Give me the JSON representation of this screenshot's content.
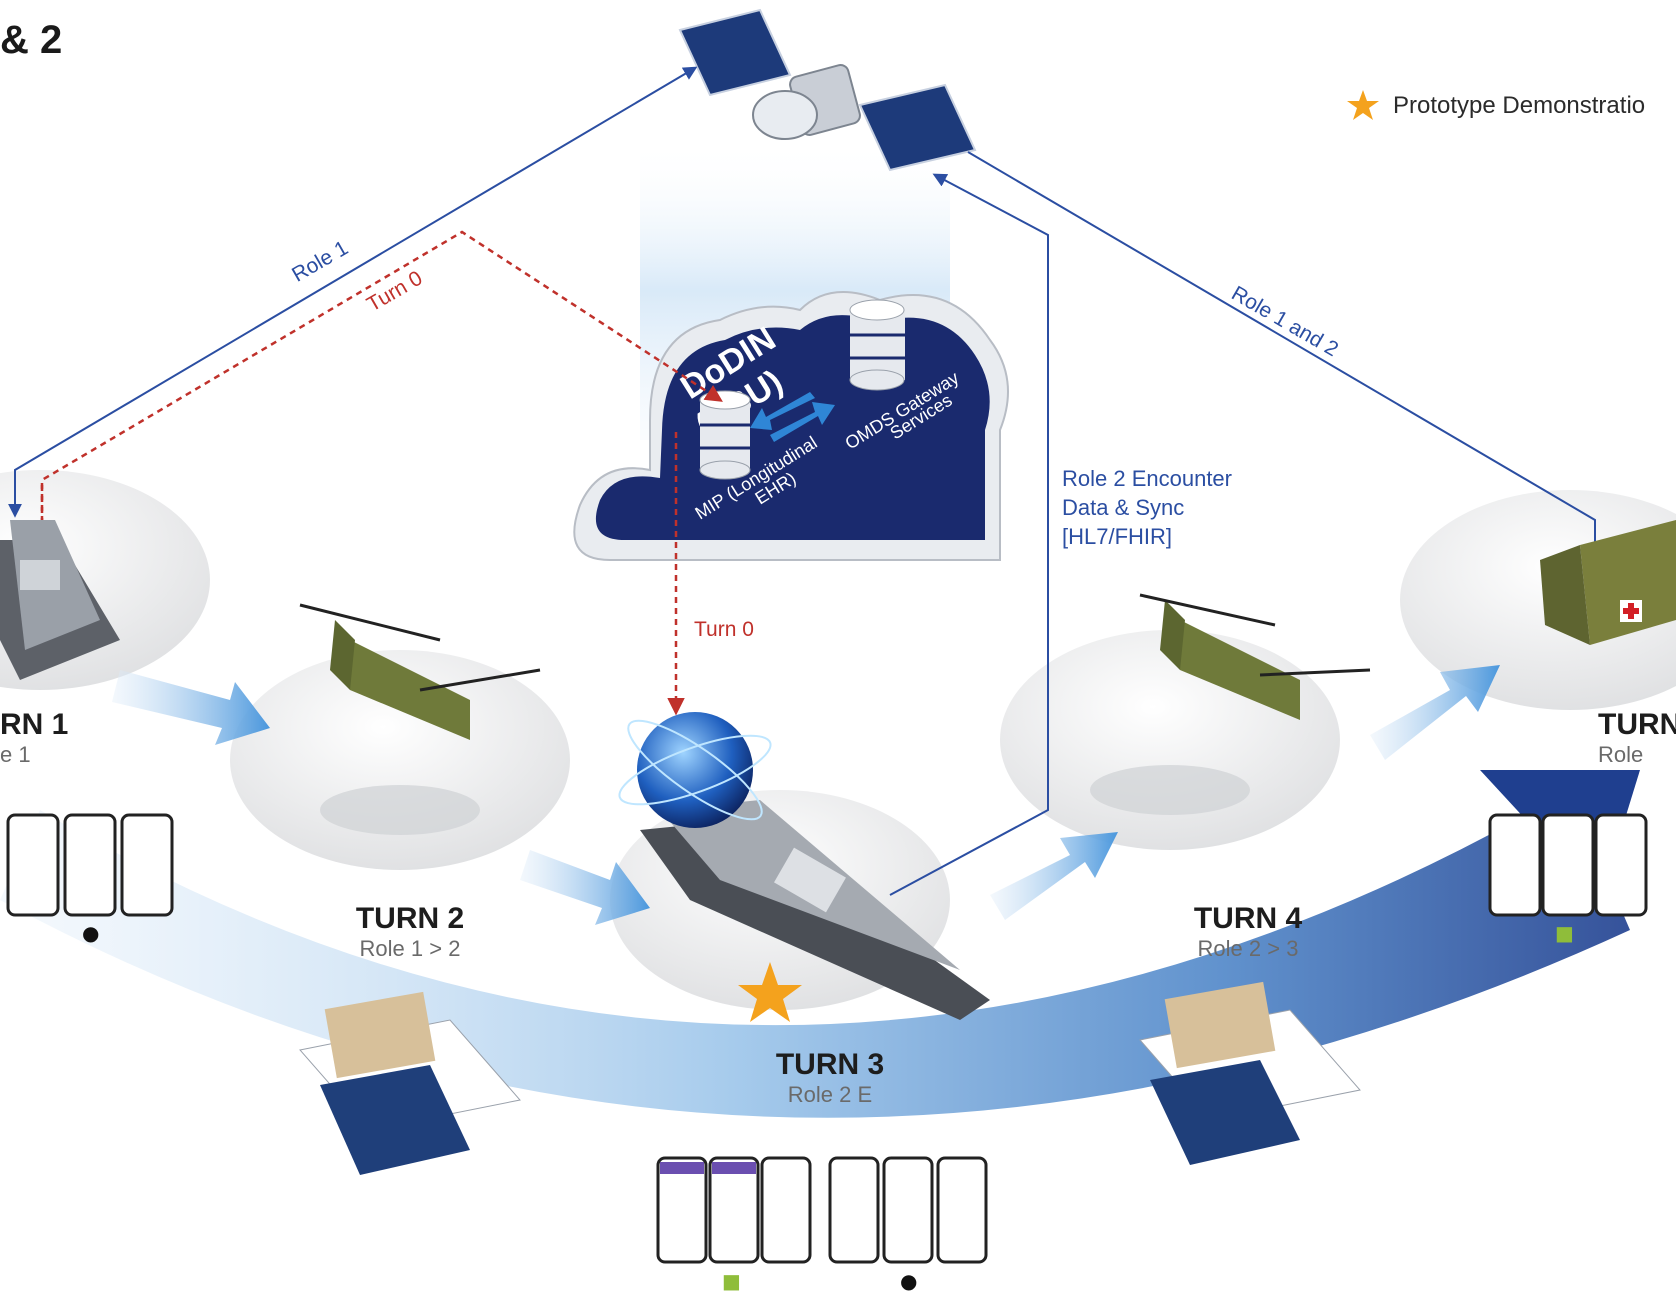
{
  "title_fragment": "& 2",
  "legend": {
    "label": "Prototype Demonstratio",
    "icon": "star-icon",
    "color": "#f4a21d"
  },
  "cloud": {
    "main_label_line1": "DoDIN",
    "main_label_line2": "(SBU)",
    "db_left_line1": "MIP (Longitudinal",
    "db_left_line2": "EHR)",
    "db_right_line1": "OMDS Gateway",
    "db_right_line2": "Services"
  },
  "links": {
    "role1": "Role 1",
    "turn0_top": "Turn 0",
    "role1and2": "Role 1 and 2",
    "turn0_mid": "Turn 0",
    "encounter_line1": "Role 2 Encounter",
    "encounter_line2": "Data & Sync",
    "encounter_line3": "[HL7/FHIR]"
  },
  "nodes": [
    {
      "turn": "RN 1",
      "role": "e 1",
      "vehicle": "ship-icon"
    },
    {
      "turn": "TURN 2",
      "role": "Role 1 > 2",
      "vehicle": "helicopter-icon"
    },
    {
      "turn": "TURN 3",
      "role": "Role 2 E",
      "vehicle": "ship-icon"
    },
    {
      "turn": "TURN 4",
      "role": "Role 2 > 3",
      "vehicle": "helicopter-icon"
    },
    {
      "turn": "TURN",
      "role": "Role",
      "vehicle": "tent-icon"
    }
  ],
  "colors": {
    "blue_link": "#2b4ea2",
    "red_link": "#c0312b",
    "arrow_light": "#7fb8e8",
    "arrow_dark": "#1f3f8f",
    "cloud": "#1a2a6e"
  }
}
